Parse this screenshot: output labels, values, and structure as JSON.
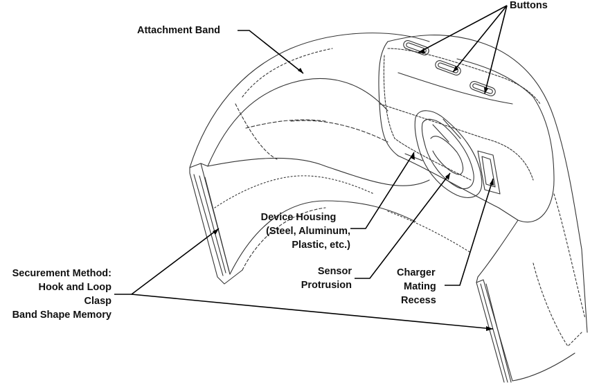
{
  "labels": {
    "attachment_band": "Attachment Band",
    "buttons": "Buttons",
    "device_housing": [
      "Device Housing",
      "(Steel, Aluminum,",
      "Plastic, etc.)"
    ],
    "sensor": [
      "Sensor",
      "Protrusion"
    ],
    "charger": [
      "Charger",
      "Mating",
      "Recess"
    ],
    "securement": [
      "Securement Method:",
      "Hook and Loop",
      "Clasp",
      "Band Shape Memory"
    ]
  }
}
